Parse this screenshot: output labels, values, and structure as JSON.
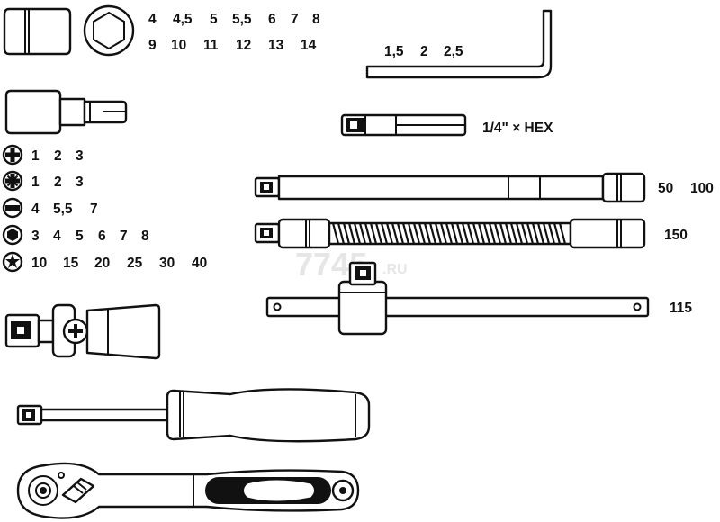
{
  "socket_sizes": {
    "row1": [
      "4",
      "4,5",
      "5",
      "5,5",
      "6",
      "7",
      "8"
    ],
    "row2": [
      "9",
      "10",
      "11",
      "12",
      "13",
      "14"
    ]
  },
  "hex_key_sizes": [
    "1,5",
    "2",
    "2,5"
  ],
  "bit_adapter_label": "1/4\" × HEX",
  "bit_rows": [
    {
      "icon": "phillips-bit-icon",
      "sizes": [
        "1",
        "2",
        "3"
      ]
    },
    {
      "icon": "pozidriv-bit-icon",
      "sizes": [
        "1",
        "2",
        "3"
      ]
    },
    {
      "icon": "slotted-bit-icon",
      "sizes": [
        "4",
        "5,5",
        "7"
      ]
    },
    {
      "icon": "hex-bit-icon",
      "sizes": [
        "3",
        "4",
        "5",
        "6",
        "7",
        "8"
      ]
    },
    {
      "icon": "torx-bit-icon",
      "sizes": [
        "10",
        "15",
        "20",
        "25",
        "30",
        "40"
      ]
    }
  ],
  "extension_sizes": [
    "50",
    "100"
  ],
  "flexible_extension_size": "150",
  "t_handle_size": "115",
  "watermark": {
    "main": "7745",
    "suffix": ".RU"
  }
}
